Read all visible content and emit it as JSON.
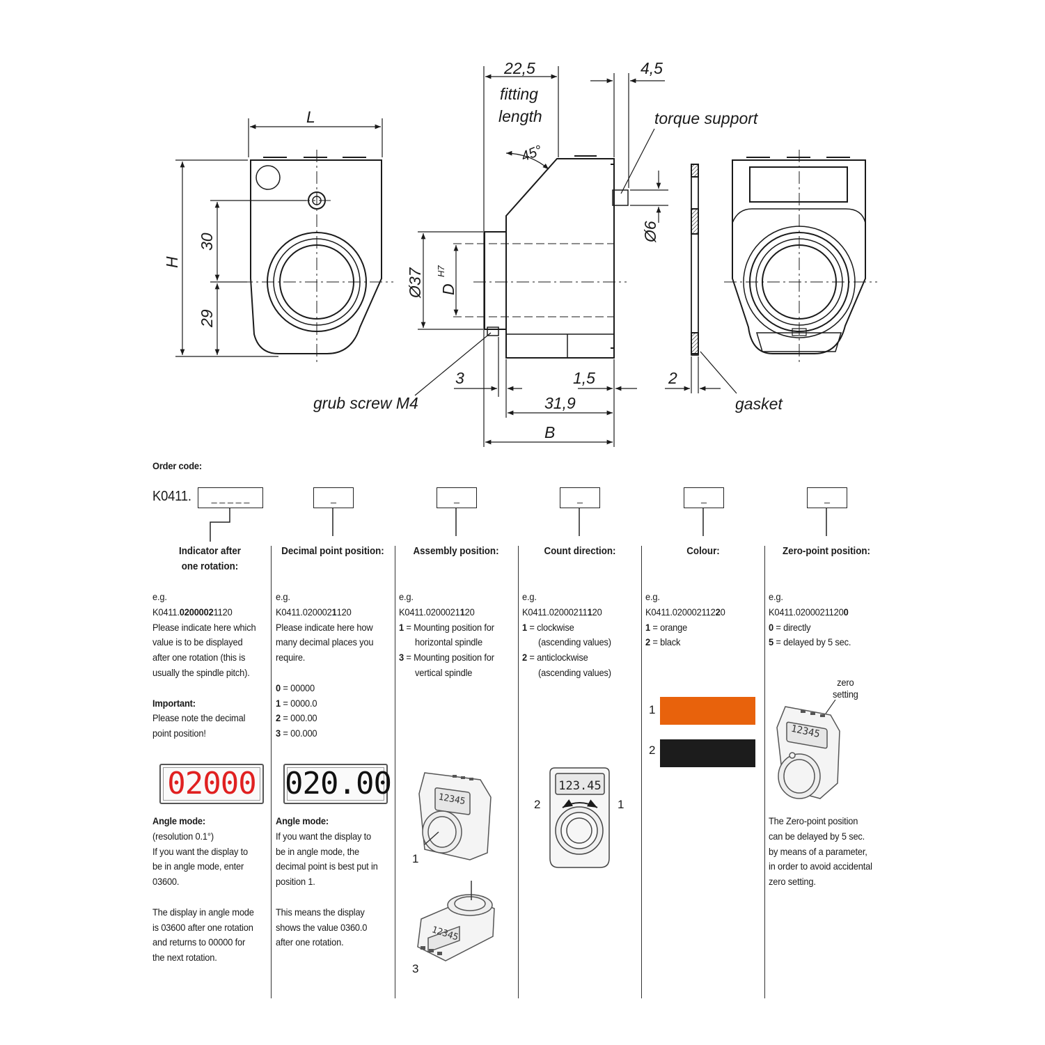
{
  "drawing_labels": {
    "L": "L",
    "H": "H",
    "dim30": "30",
    "dim29": "29",
    "dim22_5": "22,5",
    "fitting1": "fitting",
    "fitting2": "length",
    "dim4_5": "4,5",
    "torque": "torque support",
    "angle45": "45°",
    "dia37": "Ø37",
    "dimD": "D",
    "dimDsup": "H7",
    "dia6": "Ø6",
    "grub": "grub screw M4",
    "dim3": "3",
    "dim1_5": "1,5",
    "dim31_9": "31,9",
    "dimB": "B",
    "dim2": "2",
    "gasket": "gasket"
  },
  "order": {
    "title": "Order code:",
    "prefix": "K0411.",
    "box1": "_ _ _ _ _",
    "box_other": "_"
  },
  "columns": [
    {
      "header1": "Indicator after",
      "header2": "one rotation:",
      "lines": [
        "e.g.",
        "K0411.",
        "0200002",
        "1120",
        "Please indicate here which",
        "value is to be displayed",
        "after one rotation (this is",
        "usually the spindle pitch).",
        "Important:",
        "Please note the decimal",
        "point position!"
      ],
      "display": "02000",
      "angle_title": "Angle mode:",
      "angle_lines": [
        "(resolution 0.1°)",
        "If you want the display to",
        "be in angle mode, enter",
        "03600.",
        "The display in angle mode",
        "is 03600 after one rotation",
        "and returns to 00000 for",
        "the next rotation."
      ]
    },
    {
      "header1": "Decimal point position:",
      "lines": [
        "e.g.",
        "K0411.020002",
        "1",
        "120",
        "Please indicate here how",
        "many decimal places you",
        "require."
      ],
      "options": [
        [
          "0",
          " = 00000"
        ],
        [
          "1",
          " = 0000.0"
        ],
        [
          "2",
          " = 000.00"
        ],
        [
          "3",
          " = 00.000"
        ]
      ],
      "display": "020.00",
      "angle_title": "Angle mode:",
      "angle_lines": [
        "If you want the display to",
        "be in angle mode, the",
        "decimal point is best put in",
        "position 1.",
        "This means the display",
        "shows the value 0360.0",
        "after one rotation."
      ]
    },
    {
      "header1": "Assembly position:",
      "lines": [
        "e.g.",
        "K0411.0200021",
        "1",
        "20"
      ],
      "options": [
        [
          "1",
          " = Mounting position for",
          "horizontal spindle"
        ],
        [
          "3",
          " = Mounting position for",
          "vertical spindle"
        ]
      ],
      "fig_labels": [
        "1",
        "3"
      ],
      "lcd": "12345"
    },
    {
      "header1": "Count direction:",
      "lines": [
        "e.g.",
        "K0411.02000211",
        "1",
        "20"
      ],
      "options": [
        [
          "1",
          " = clockwise",
          "(ascending values)"
        ],
        [
          "2",
          " = anticlockwise",
          "(ascending values)"
        ]
      ],
      "fig_labels": [
        "2",
        "1"
      ],
      "lcd": "123.45"
    },
    {
      "header1": "Colour:",
      "lines": [
        "e.g.",
        "K0411.020002112",
        "2",
        "0"
      ],
      "options": [
        [
          "1",
          " = orange"
        ],
        [
          "2",
          " = black"
        ]
      ],
      "swatches": [
        {
          "label": "1",
          "color": "#e8620c"
        },
        {
          "label": "2",
          "color": "#1c1c1c"
        }
      ]
    },
    {
      "header1": "Zero-point position:",
      "lines": [
        "e.g.",
        "K0411.0200021120",
        "",
        "0"
      ],
      "options": [
        [
          "0",
          " = directly"
        ],
        [
          "5",
          " = delayed by 5 sec."
        ]
      ],
      "zero_label1": "zero",
      "zero_label2": "setting",
      "lcd": "12345",
      "note_lines": [
        "The Zero-point position",
        "can be delayed by 5 sec.",
        "by means of a parameter,",
        "in order to avoid accidental",
        "zero setting."
      ]
    }
  ],
  "colors": {
    "orange": "#e8620c",
    "black": "#1c1c1c",
    "led_red": "#e02020"
  }
}
